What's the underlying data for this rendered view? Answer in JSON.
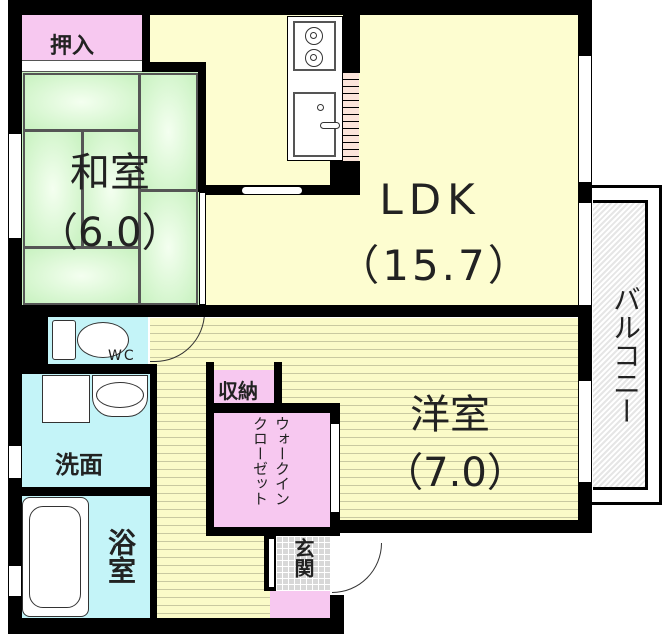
{
  "floorplan": {
    "rooms": {
      "oshiire": {
        "label": "押入"
      },
      "washitsu": {
        "label": "和室",
        "size": "（6.0）"
      },
      "ldk": {
        "label": "LDK",
        "size": "（15.7）"
      },
      "balcony": {
        "label": "バルコニー"
      },
      "wc": {
        "label": "WC"
      },
      "senmen": {
        "label": "洗面"
      },
      "yokushitsu": {
        "label": "浴室"
      },
      "shuno": {
        "label": "収納"
      },
      "wic": {
        "label": "ウォークイン クローゼット",
        "line1": "ウォークイン",
        "line2": "クローゼット"
      },
      "yoshitsu": {
        "label": "洋室",
        "size": "（7.0）"
      },
      "genkan": {
        "label": "玄関"
      }
    },
    "colors": {
      "wall": "#000000",
      "tatami": "#c8f2c0",
      "ldk_floor": "#fdfdd0",
      "wood_floor": "#fbfbc8",
      "storage": "#f7c8f0",
      "wet_area": "#c4f4f8",
      "balcony": "#dcdcdc",
      "genkan_tile": "#d8d8d8"
    }
  }
}
